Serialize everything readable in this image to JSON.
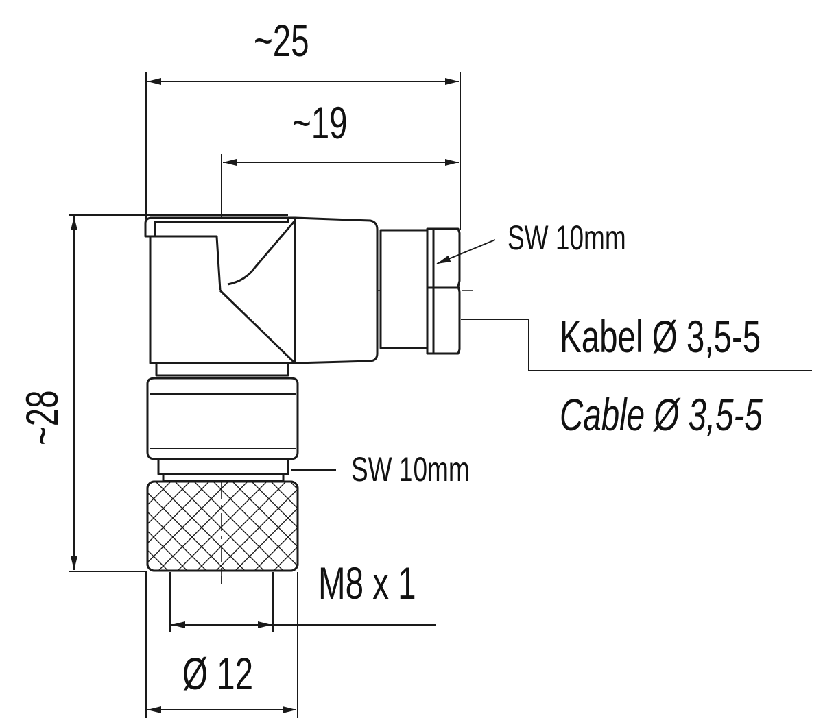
{
  "dimensions": {
    "overall_width": "~25",
    "offset_width": "~19",
    "overall_height": "~28",
    "nut_diameter": "Ø 12",
    "thread": "M8 x 1"
  },
  "callouts": {
    "wrench_size_cable_nut": "SW 10mm",
    "wrench_size_coupling": "SW 10mm",
    "cable_label_de": "Kabel Ø 3,5-5",
    "cable_label_en": "Cable Ø 3,5-5"
  },
  "colors": {
    "line": "#1a1a1a",
    "background": "#ffffff"
  }
}
